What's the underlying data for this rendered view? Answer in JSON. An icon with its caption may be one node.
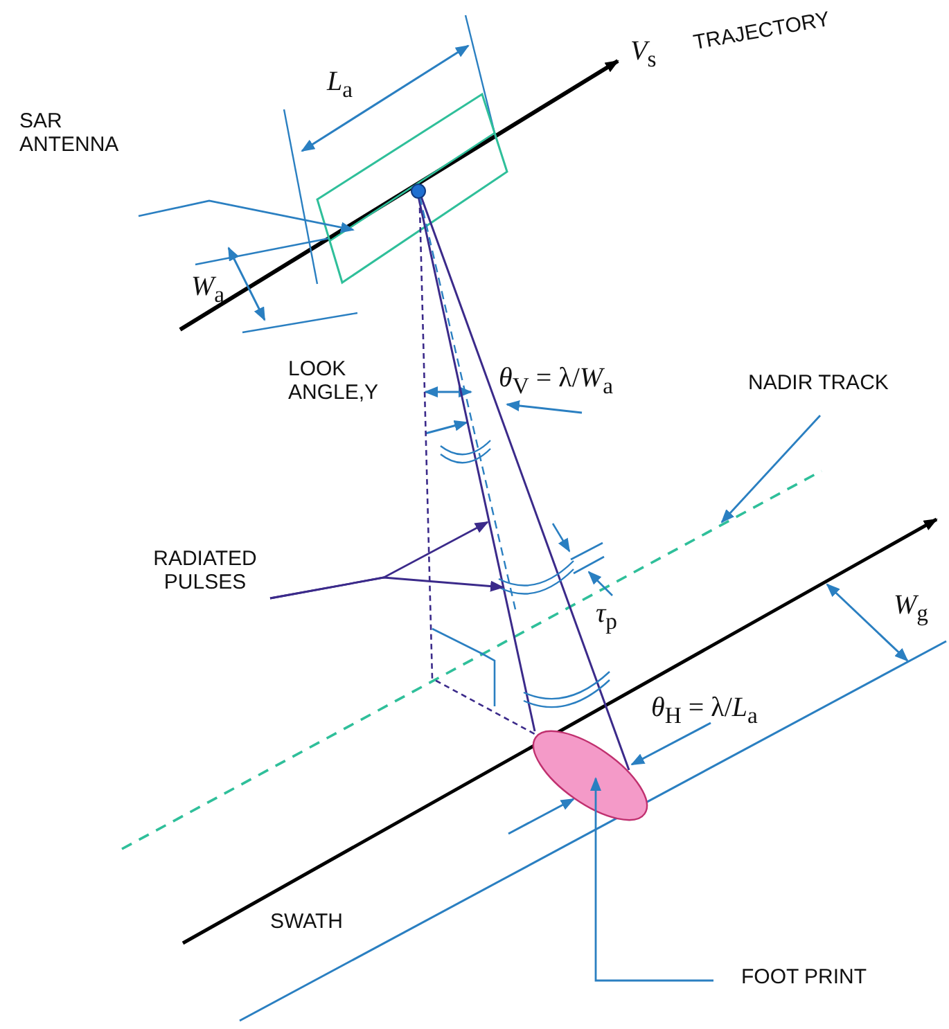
{
  "diagram": {
    "nodes": [
      {
        "text": [
          "SAR ANTENNA"
        ]
      },
      {
        "text": [],
        "shape": "box"
      },
      {
        "text": [
          "RADIATED PULSES"
        ]
      },
      {
        "text": [],
        "shape": "cone"
      },
      {
        "text": [
          "NADIR TRACK"
        ]
      },
      {
        "text": [
          "FOOT PRINT"
        ]
      },
      {
        "text": [],
        "shape": "ellipse"
      }
    ],
    "edges": [
      {
        "from": 0,
        "to": 1,
        "arrow": "to"
      },
      {
        "from": 2,
        "to": 3,
        "arrow": "to"
      },
      {
        "from": 2,
        "to": 3,
        "arrow": "to"
      },
      {
        "from": 4,
        "to": null,
        "arrow": "to"
      },
      {
        "from": 5,
        "to": 6,
        "arrow": "to"
      }
    ],
    "labels": [
      "*V*$_{s}$",
      "TRAJECTORY",
      "*L*$_{a}$",
      "*W*$_{a}$",
      "LOOK ANGLE,Y",
      "*θ*$_{V}$ = λ/*W*$_{a}$",
      "*τ*$_{p}$",
      "*W*$_{g}$",
      "*θ*$_{H}$ = λ/*L*$_{a}$",
      "SWATH"
    ]
  }
}
